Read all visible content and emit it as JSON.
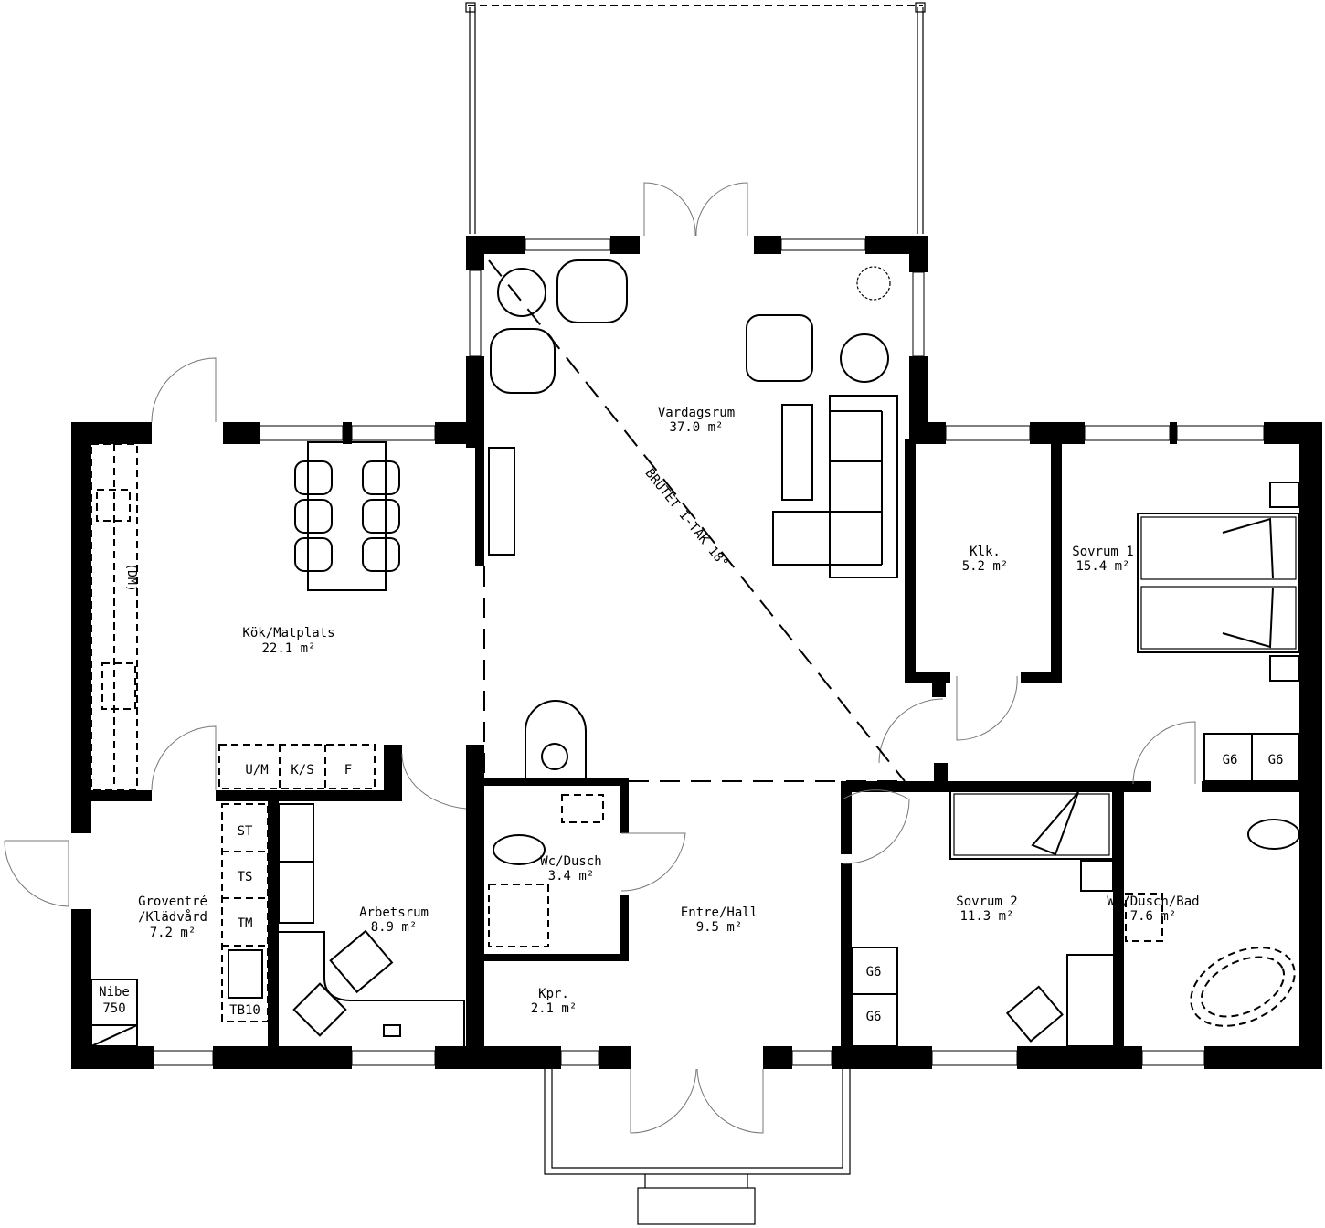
{
  "rooms": {
    "vardagsrum": {
      "name": "Vardagsrum",
      "area": "37.0 m²"
    },
    "kok": {
      "name": "Kök/Matplats",
      "area": "22.1 m²"
    },
    "klk": {
      "name": "Klk.",
      "area": "5.2 m²"
    },
    "sovrum1": {
      "name": "Sovrum 1",
      "area": "15.4 m²"
    },
    "groventre": {
      "name1": "Groventré",
      "name2": "/Klädvård",
      "area": "7.2 m²"
    },
    "arbetsrum": {
      "name": "Arbetsrum",
      "area": "8.9 m²"
    },
    "wcdusch": {
      "name": "Wc/Dusch",
      "area": "3.4 m²"
    },
    "entre": {
      "name": "Entre/Hall",
      "area": "9.5 m²"
    },
    "kpr": {
      "name": "Kpr.",
      "area": "2.1 m²"
    },
    "sovrum2": {
      "name": "Sovrum 2",
      "area": "11.3 m²"
    },
    "wcduschbad": {
      "name": "Wc/Dusch/Bad",
      "area": "7.6 m²"
    }
  },
  "annotations": {
    "ceiling": "BRUTET I-TAK 18°"
  },
  "appliances": {
    "dm": "(DM)",
    "um": "U/M",
    "ks": "K/S",
    "f": "F",
    "st": "ST",
    "ts": "TS",
    "tm": "TM",
    "tb10": "TB10",
    "nibe1": "Nibe",
    "nibe2": "750",
    "g6": "G6"
  }
}
